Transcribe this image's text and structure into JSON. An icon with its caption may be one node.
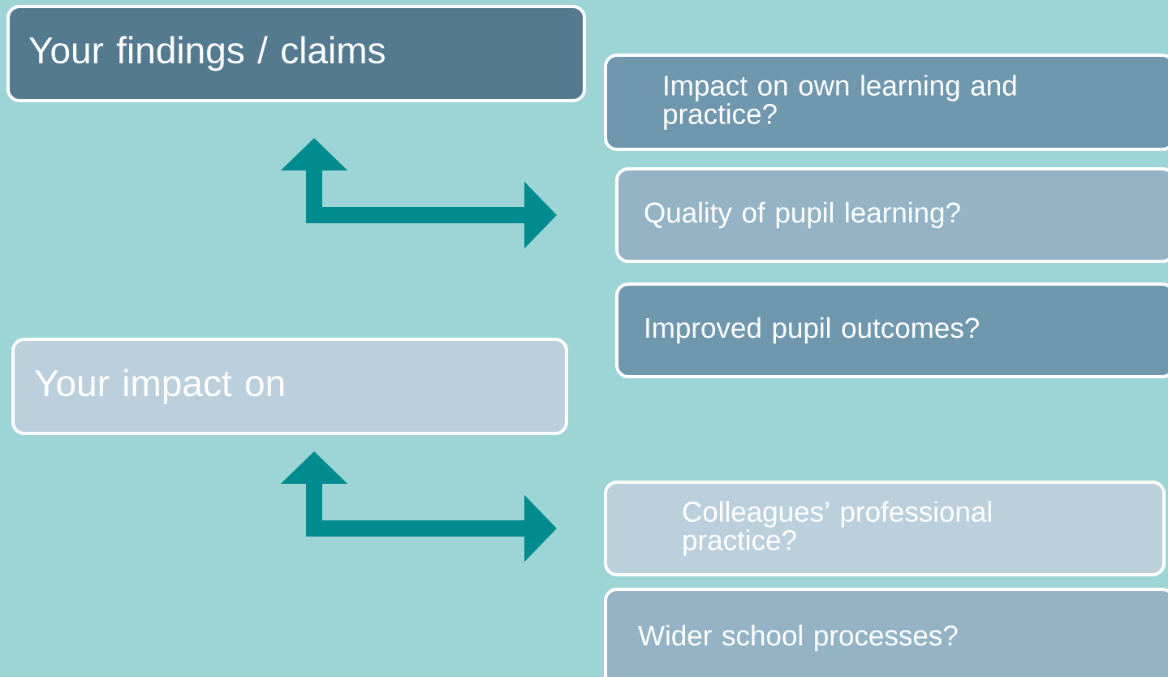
{
  "diagram": {
    "nodes": [
      {
        "text": [
          "Your findings / claims"
        ]
      },
      {
        "text": [
          "Impact on own learning and practice?"
        ]
      },
      {
        "text": [
          "Quality of pupil learning?"
        ]
      },
      {
        "text": [
          "Improved pupil outcomes?"
        ]
      },
      {
        "text": [
          "Your impact on"
        ]
      },
      {
        "text": [
          "Colleagues’ professional practice?"
        ]
      },
      {
        "text": [
          "Wider school processes?"
        ]
      }
    ],
    "edges": [
      {
        "from": 0,
        "to": 2,
        "arrow": "both"
      },
      {
        "from": 4,
        "to": 5,
        "arrow": "both"
      }
    ]
  }
}
